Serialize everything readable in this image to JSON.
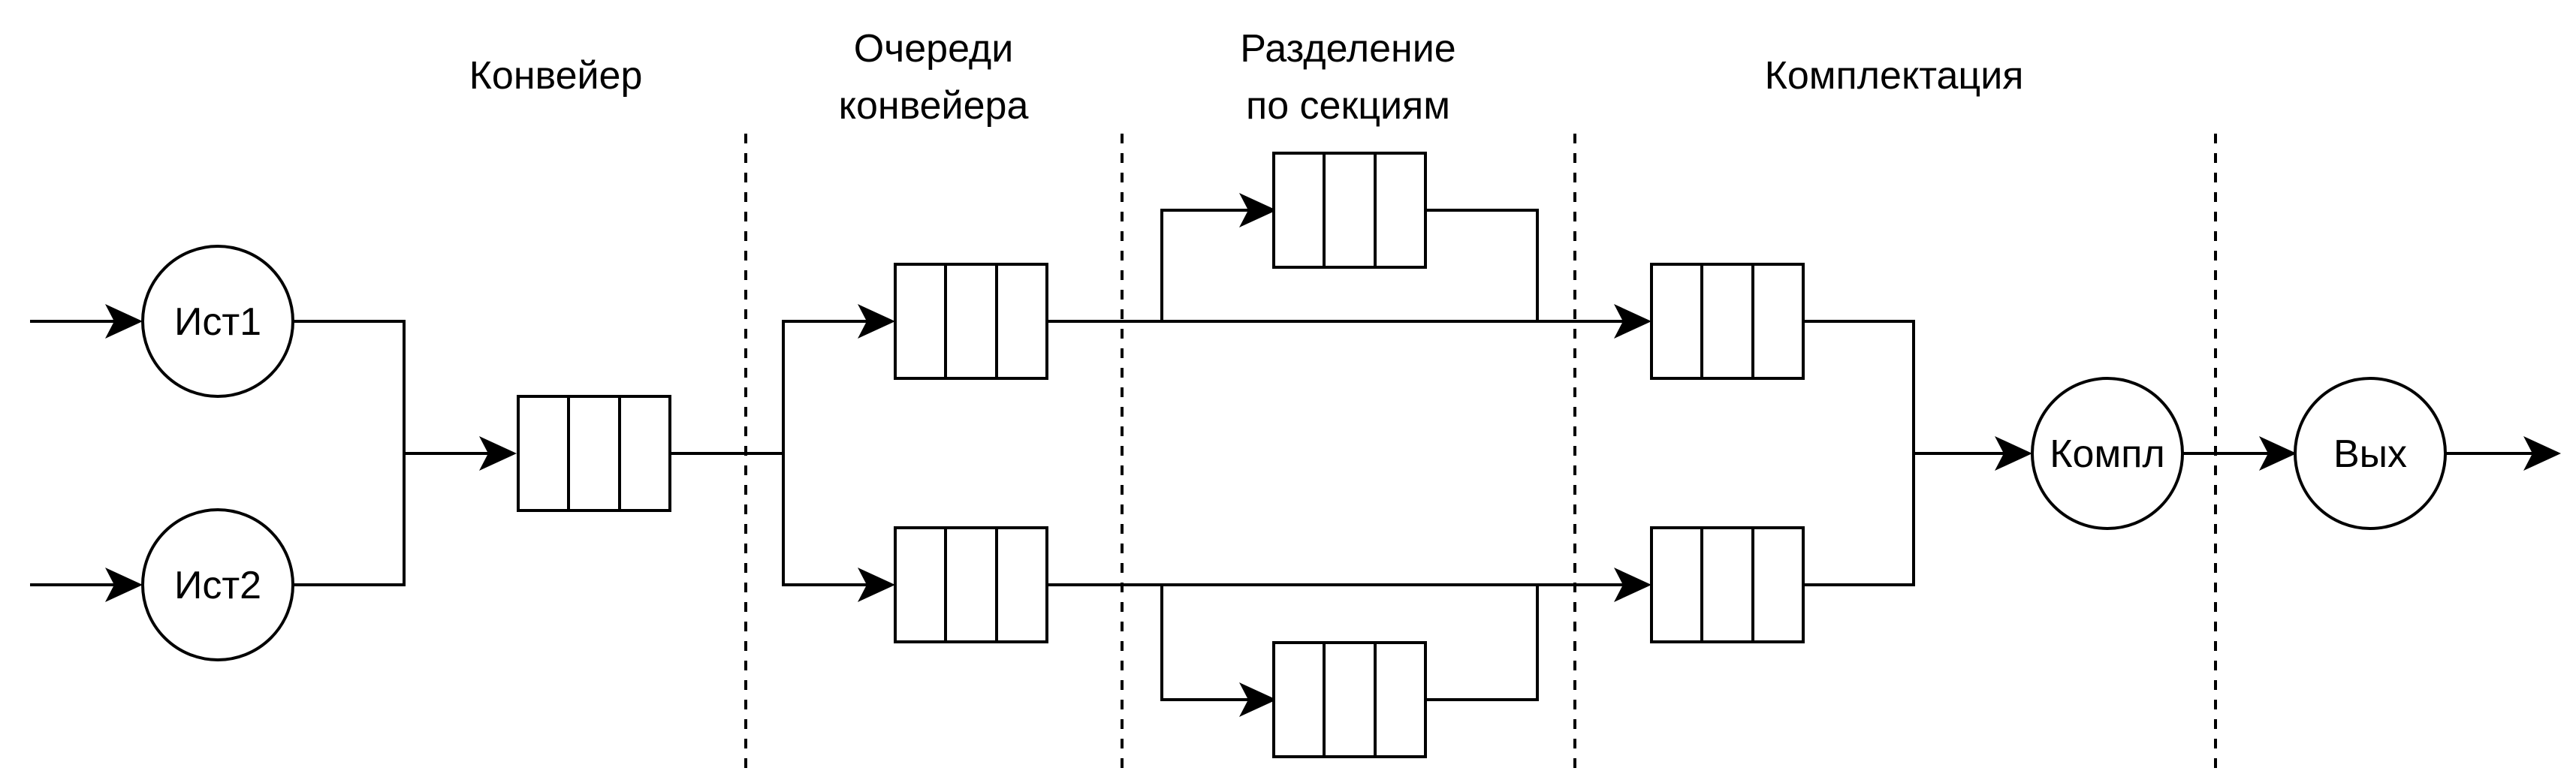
{
  "sections": [
    {
      "id": "conveyor",
      "lines": [
        "Конвейер"
      ]
    },
    {
      "id": "conveyor-queues",
      "lines": [
        "Очереди",
        "конвейера"
      ]
    },
    {
      "id": "section-split",
      "lines": [
        "Разделение",
        "по секциям"
      ]
    },
    {
      "id": "assembly",
      "lines": [
        "Комплектация"
      ]
    }
  ],
  "nodes": {
    "source1": "Ист1",
    "source2": "Ист2",
    "assembler": "Компл",
    "output": "Вых"
  },
  "colors": {
    "line": "#000000",
    "background": "#ffffff"
  }
}
